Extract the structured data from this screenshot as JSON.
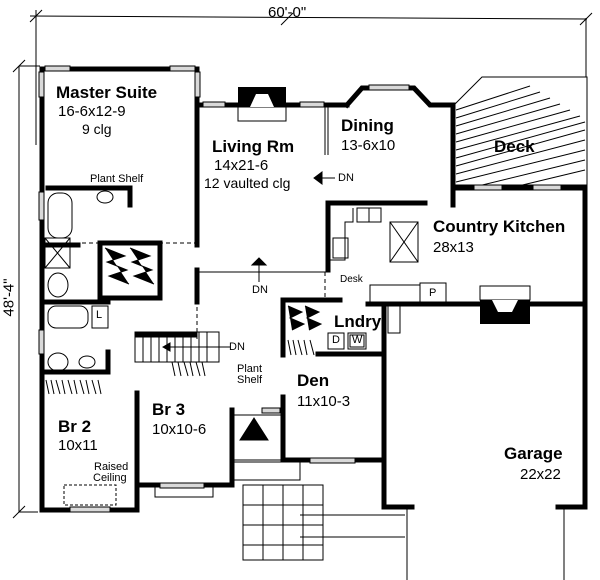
{
  "dimensions": {
    "width": "60'-0\"",
    "depth": "48'-4\""
  },
  "rooms": {
    "master_suite": {
      "name": "Master Suite",
      "size": "16-6x12-9",
      "ceiling": "9 clg"
    },
    "living": {
      "name": "Living Rm",
      "size": "14x21-6",
      "ceiling": "12 vaulted clg"
    },
    "dining": {
      "name": "Dining",
      "size": "13-6x10"
    },
    "deck": {
      "name": "Deck"
    },
    "kitchen": {
      "name": "Country Kitchen",
      "size": "28x13"
    },
    "laundry": {
      "name": "Lndry"
    },
    "den": {
      "name": "Den",
      "size": "11x10-3"
    },
    "br2": {
      "name": "Br 2",
      "size": "10x11"
    },
    "br3": {
      "name": "Br 3",
      "size": "10x10-6"
    },
    "garage": {
      "name": "Garage",
      "size": "22x22"
    }
  },
  "annotations": {
    "plant_shelf_top": "Plant Shelf",
    "plant_shelf_mid_1": "Plant",
    "plant_shelf_mid_2": "Shelf",
    "raised_ceiling_1": "Raised",
    "raised_ceiling_2": "Ceiling",
    "desk": "Desk",
    "pantry": "P",
    "dryer": "D",
    "washer": "W",
    "linen": "L",
    "dn_living": "DN",
    "dn_hall": "DN",
    "dn_stair": "DN"
  },
  "colors": {
    "wall": "#000000",
    "background": "#ffffff",
    "window": "#bfbfbf"
  }
}
